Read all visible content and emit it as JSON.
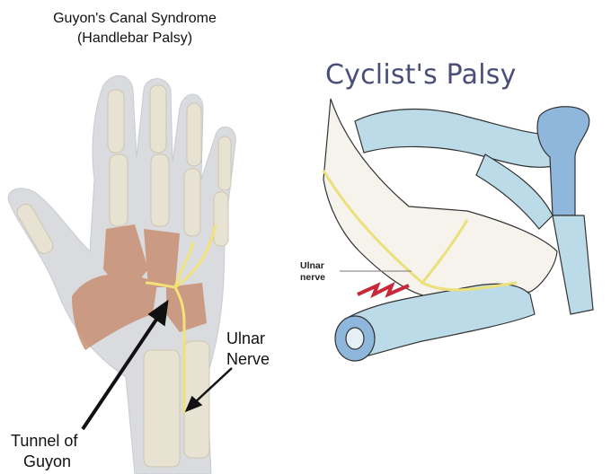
{
  "left_panel": {
    "title_line1": "Guyon's Canal Syndrome",
    "title_line2": "(Handlebar Palsy)",
    "labels": {
      "ulnar_nerve_line1": "Ulnar",
      "ulnar_nerve_line2": "Nerve",
      "tunnel_line1": "Tunnel of",
      "tunnel_line2": "Guyon"
    },
    "colors": {
      "skin": "#d9dbde",
      "bone": "#e6e0d0",
      "muscle": "#c98f74",
      "nerve": "#f1e27a",
      "arrow": "#111111"
    }
  },
  "right_panel": {
    "title": "Cyclist's Palsy",
    "labels": {
      "ulnar_line1": "Ulnar",
      "ulnar_line2": "nerve"
    },
    "colors": {
      "handlebar": "#bcdbe8",
      "handlebar_dark": "#8fb7dc",
      "nerve": "#ece07a",
      "compression": "#c8283a",
      "title": "#4a4f7a"
    }
  }
}
